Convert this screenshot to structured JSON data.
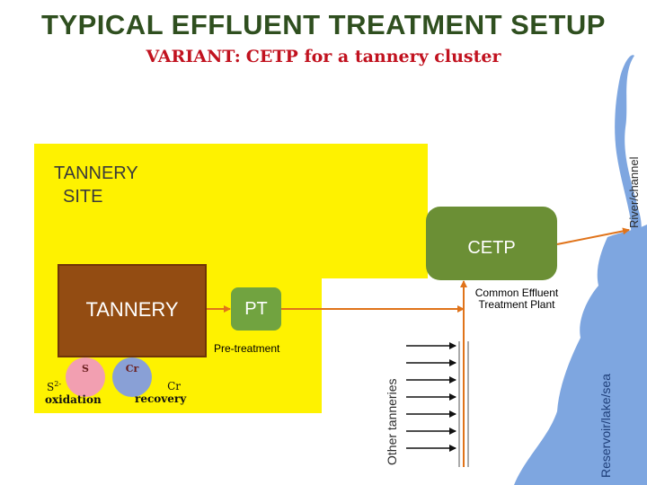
{
  "title": "TYPICAL EFFLUENT TREATMENT SETUP",
  "subtitle": {
    "variant_label": "VARIANT:",
    "description": "CETP for a tannery cluster"
  },
  "site_label_line1": "TANNERY",
  "site_label_line2": "SITE",
  "tannery_label": "TANNERY",
  "pt_label": "PT",
  "pt_caption": "Pre-treatment",
  "sulfide": {
    "circle": "S",
    "caption_main": "S",
    "caption_sup": "2-",
    "caption_line2": "oxidation"
  },
  "chrome": {
    "circle": "Cr",
    "caption_line1": "Cr",
    "caption_line2": "recovery"
  },
  "cetp_label": "CETP",
  "cetp_caption_line1": "Common Effluent",
  "cetp_caption_line2": "Treatment Plant",
  "other_tanneries": "Other tanneries",
  "river_label": "River/channel",
  "reservoir_label": "Reservoir/lake/sea",
  "colors": {
    "title": "#2f4f1f",
    "variant": "#c1121f",
    "site": "#fef200",
    "tannery": "#934c12",
    "pt": "#71a340",
    "cetp": "#6b8f35",
    "arrow": "#e0731a",
    "water": "#7ea6e0"
  }
}
